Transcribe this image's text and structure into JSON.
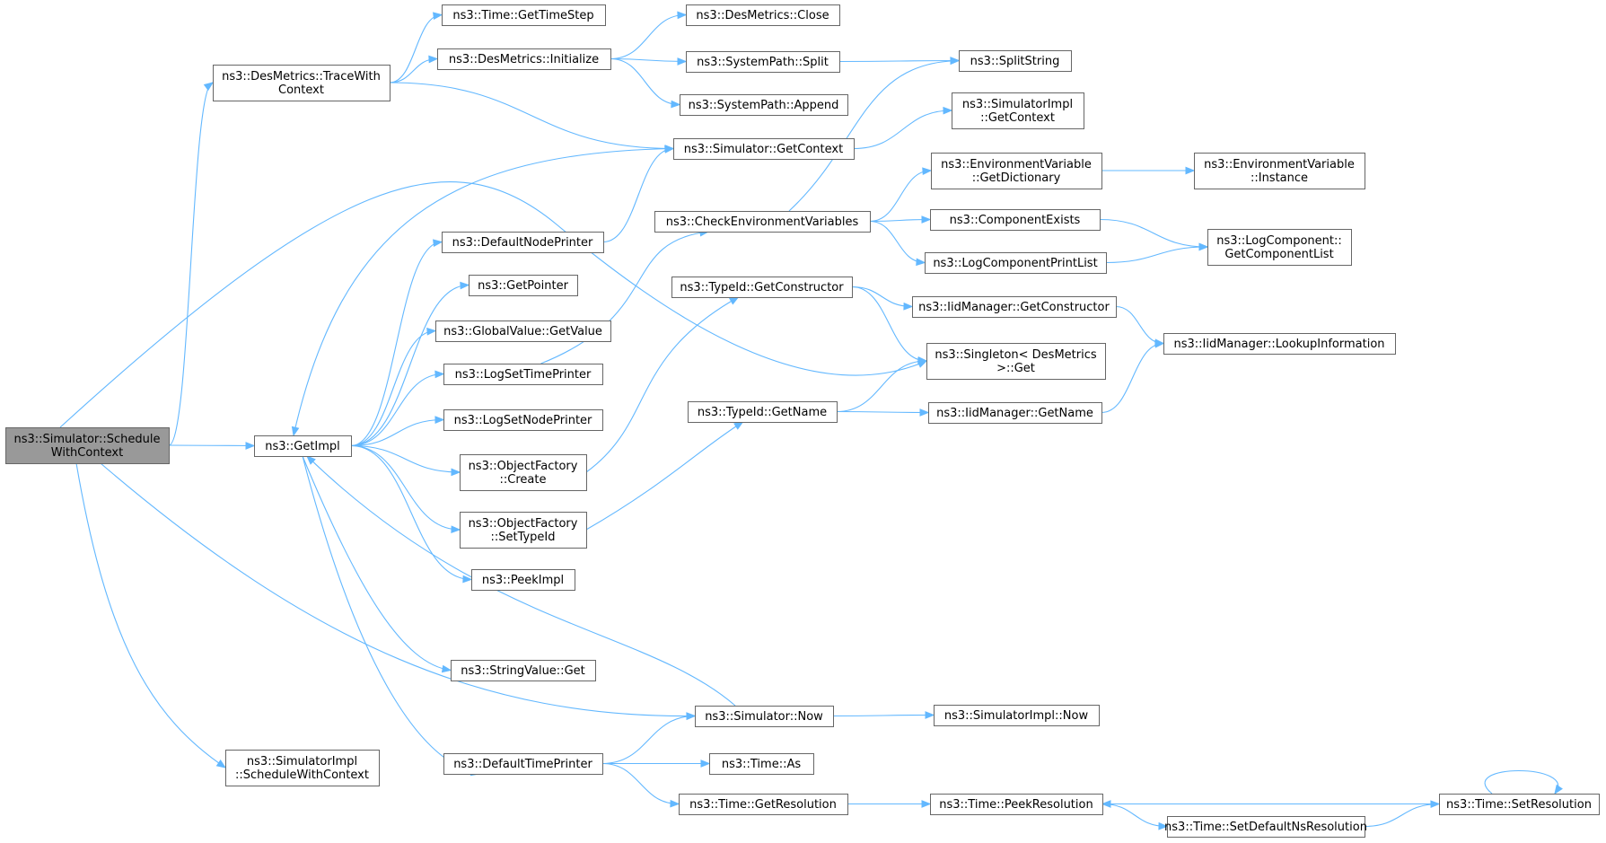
{
  "colors": {
    "edge": "#63b8ff",
    "node_border": "#666666",
    "root_fill": "#999999"
  },
  "nodes": [
    {
      "id": "sched",
      "lines": [
        "ns3::Simulator::Schedule",
        "WithContext"
      ],
      "root": true
    },
    {
      "id": "trace",
      "lines": [
        "ns3::DesMetrics::TraceWith",
        "Context"
      ]
    },
    {
      "id": "getimpl",
      "lines": [
        "ns3::GetImpl"
      ]
    },
    {
      "id": "simimpl_sched",
      "lines": [
        "ns3::SimulatorImpl",
        "::ScheduleWithContext"
      ]
    },
    {
      "id": "timestep",
      "lines": [
        "ns3::Time::GetTimeStep"
      ]
    },
    {
      "id": "dm_init",
      "lines": [
        "ns3::DesMetrics::Initialize"
      ]
    },
    {
      "id": "sim_getctx",
      "lines": [
        "ns3::Simulator::GetContext"
      ]
    },
    {
      "id": "defnodeprinter",
      "lines": [
        "ns3::DefaultNodePrinter"
      ]
    },
    {
      "id": "getpointer",
      "lines": [
        "ns3::GetPointer"
      ]
    },
    {
      "id": "gv_getvalue",
      "lines": [
        "ns3::GlobalValue::GetValue"
      ]
    },
    {
      "id": "logsettime",
      "lines": [
        "ns3::LogSetTimePrinter"
      ]
    },
    {
      "id": "logsetnode",
      "lines": [
        "ns3::LogSetNodePrinter"
      ]
    },
    {
      "id": "of_create",
      "lines": [
        "ns3::ObjectFactory",
        "::Create"
      ]
    },
    {
      "id": "of_settype",
      "lines": [
        "ns3::ObjectFactory",
        "::SetTypeId"
      ]
    },
    {
      "id": "peekimpl",
      "lines": [
        "ns3::PeekImpl"
      ]
    },
    {
      "id": "sv_get",
      "lines": [
        "ns3::StringValue::Get"
      ]
    },
    {
      "id": "sim_now",
      "lines": [
        "ns3::Simulator::Now"
      ]
    },
    {
      "id": "deftimeprinter",
      "lines": [
        "ns3::DefaultTimePrinter"
      ]
    },
    {
      "id": "dm_close",
      "lines": [
        "ns3::DesMetrics::Close"
      ]
    },
    {
      "id": "sp_split",
      "lines": [
        "ns3::SystemPath::Split"
      ]
    },
    {
      "id": "sp_append",
      "lines": [
        "ns3::SystemPath::Append"
      ]
    },
    {
      "id": "checkenv",
      "lines": [
        "ns3::CheckEnvironmentVariables"
      ]
    },
    {
      "id": "tid_getctor",
      "lines": [
        "ns3::TypeId::GetConstructor"
      ]
    },
    {
      "id": "tid_getname",
      "lines": [
        "ns3::TypeId::GetName"
      ]
    },
    {
      "id": "time_as",
      "lines": [
        "ns3::Time::As"
      ]
    },
    {
      "id": "time_getres",
      "lines": [
        "ns3::Time::GetResolution"
      ]
    },
    {
      "id": "splitstring",
      "lines": [
        "ns3::SplitString"
      ]
    },
    {
      "id": "simimpl_getctx",
      "lines": [
        "ns3::SimulatorImpl",
        "::GetContext"
      ]
    },
    {
      "id": "env_getdict",
      "lines": [
        "ns3::EnvironmentVariable",
        "::GetDictionary"
      ]
    },
    {
      "id": "compexists",
      "lines": [
        "ns3::ComponentExists"
      ]
    },
    {
      "id": "logcompprint",
      "lines": [
        "ns3::LogComponentPrintList"
      ]
    },
    {
      "id": "iid_getctor",
      "lines": [
        "ns3::IidManager::GetConstructor"
      ]
    },
    {
      "id": "singleton_get",
      "lines": [
        "ns3::Singleton< DesMetrics",
        " >::Get"
      ]
    },
    {
      "id": "iid_getname",
      "lines": [
        "ns3::IidManager::GetName"
      ]
    },
    {
      "id": "simimpl_now",
      "lines": [
        "ns3::SimulatorImpl::Now"
      ]
    },
    {
      "id": "time_peekres",
      "lines": [
        "ns3::Time::PeekResolution"
      ]
    },
    {
      "id": "time_setdefns",
      "lines": [
        "ns3::Time::SetDefaultNsResolution"
      ]
    },
    {
      "id": "env_instance",
      "lines": [
        "ns3::EnvironmentVariable",
        "::Instance"
      ]
    },
    {
      "id": "logcomp_list",
      "lines": [
        "ns3::LogComponent::",
        "GetComponentList"
      ]
    },
    {
      "id": "iid_lookup",
      "lines": [
        "ns3::IidManager::LookupInformation"
      ]
    },
    {
      "id": "time_setres",
      "lines": [
        "ns3::Time::SetResolution"
      ]
    }
  ],
  "edges": [
    [
      "sched",
      "trace"
    ],
    [
      "sched",
      "getimpl"
    ],
    [
      "sched",
      "simimpl_sched"
    ],
    [
      "sched",
      "singleton_get"
    ],
    [
      "sched",
      "sim_now"
    ],
    [
      "trace",
      "timestep"
    ],
    [
      "trace",
      "dm_init"
    ],
    [
      "trace",
      "sim_getctx"
    ],
    [
      "dm_init",
      "dm_close"
    ],
    [
      "dm_init",
      "sp_split"
    ],
    [
      "dm_init",
      "sp_append"
    ],
    [
      "sp_split",
      "splitstring"
    ],
    [
      "sim_getctx",
      "getimpl"
    ],
    [
      "sim_getctx",
      "simimpl_getctx"
    ],
    [
      "defnodeprinter",
      "sim_getctx"
    ],
    [
      "getimpl",
      "defnodeprinter"
    ],
    [
      "getimpl",
      "getpointer"
    ],
    [
      "getimpl",
      "gv_getvalue"
    ],
    [
      "getimpl",
      "logsettime"
    ],
    [
      "getimpl",
      "logsetnode"
    ],
    [
      "getimpl",
      "of_create"
    ],
    [
      "getimpl",
      "of_settype"
    ],
    [
      "getimpl",
      "peekimpl"
    ],
    [
      "getimpl",
      "sv_get"
    ],
    [
      "getimpl",
      "deftimeprinter"
    ],
    [
      "logsettime",
      "checkenv"
    ],
    [
      "checkenv",
      "splitstring"
    ],
    [
      "checkenv",
      "env_getdict"
    ],
    [
      "checkenv",
      "compexists"
    ],
    [
      "checkenv",
      "logcompprint"
    ],
    [
      "env_getdict",
      "env_instance"
    ],
    [
      "compexists",
      "logcomp_list"
    ],
    [
      "logcompprint",
      "logcomp_list"
    ],
    [
      "of_create",
      "tid_getctor"
    ],
    [
      "tid_getctor",
      "iid_getctor"
    ],
    [
      "tid_getctor",
      "singleton_get"
    ],
    [
      "iid_getctor",
      "iid_lookup"
    ],
    [
      "of_settype",
      "tid_getname"
    ],
    [
      "tid_getname",
      "singleton_get"
    ],
    [
      "tid_getname",
      "iid_getname"
    ],
    [
      "iid_getname",
      "iid_lookup"
    ],
    [
      "sim_now",
      "getimpl"
    ],
    [
      "sim_now",
      "simimpl_now"
    ],
    [
      "deftimeprinter",
      "sim_now"
    ],
    [
      "deftimeprinter",
      "time_as"
    ],
    [
      "deftimeprinter",
      "time_getres"
    ],
    [
      "time_getres",
      "time_peekres"
    ],
    [
      "time_peekres",
      "time_setdefns"
    ],
    [
      "time_setdefns",
      "time_setres"
    ],
    [
      "time_setres",
      "time_peekres"
    ],
    [
      "time_setres",
      "time_setres"
    ]
  ]
}
